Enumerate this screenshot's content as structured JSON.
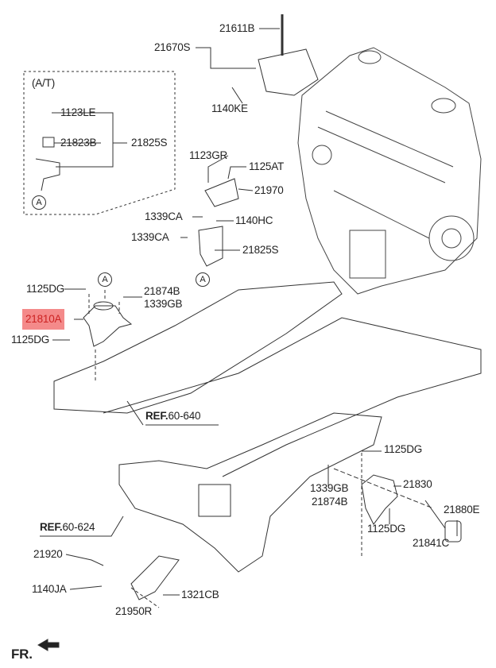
{
  "diagram": {
    "labels": {
      "p21611B": "21611B",
      "p21670S": "21670S",
      "p1140KE": "1140KE",
      "at_group": "(A/T)",
      "p1123LE": "1123LE",
      "p21823B": "21823B",
      "p21825S_at": "21825S",
      "p1123GR": "1123GR",
      "p1125AT": "1125AT",
      "p21970": "21970",
      "p1339CA_a": "1339CA",
      "p1140HC": "1140HC",
      "p1339CA_b": "1339CA",
      "p21825S": "21825S",
      "p1125DG_a": "1125DG",
      "p21874B_a": "21874B",
      "p1339GB_a": "1339GB",
      "p21810A": "21810A",
      "p1125DG_b": "1125DG",
      "ref_640_prefix": "REF.",
      "ref_640_num": "60-640",
      "p1125DG_c": "1125DG",
      "p1339GB_b": "1339GB",
      "p21830": "21830",
      "p21874B_b": "21874B",
      "p21880E": "21880E",
      "p1125DG_d": "1125DG",
      "p21841C": "21841C",
      "ref_624_prefix": "REF.",
      "ref_624_num": "60-624",
      "p21920": "21920",
      "p1140JA": "1140JA",
      "p1321CB": "1321CB",
      "p21950R": "21950R",
      "front": "FR."
    },
    "callout_marker": "A",
    "highlight_part": "21810A",
    "highlight_color": "#f48a8a",
    "front_arrow_icon": "arrow-left-filled"
  }
}
